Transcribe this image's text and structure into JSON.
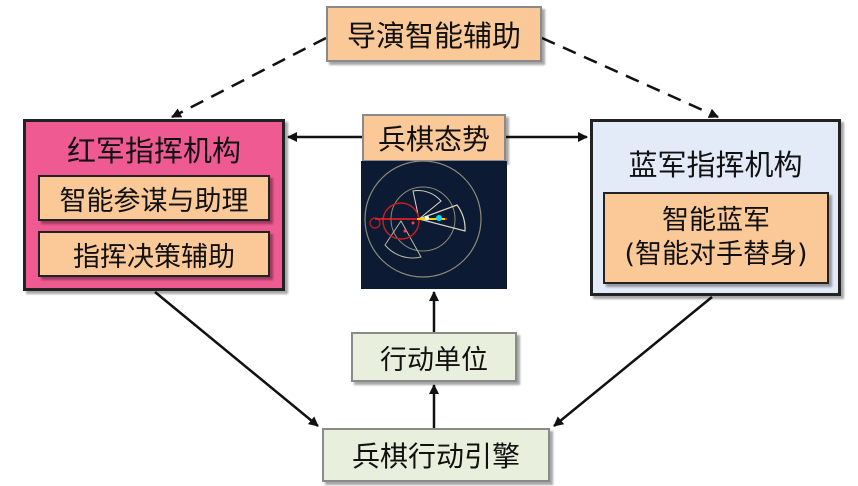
{
  "top_box": {
    "label": "导演智能辅助"
  },
  "red_panel": {
    "title": "红军指挥机构",
    "items": [
      "智能参谋与助理",
      "指挥决策辅助"
    ]
  },
  "blue_panel": {
    "title": "蓝军指挥机构",
    "sub_line1": "智能蓝军",
    "sub_line2": "(智能对手替身)"
  },
  "center": {
    "label": "兵棋态势"
  },
  "unit_box": {
    "label": "行动单位"
  },
  "engine_box": {
    "label": "兵棋行动引擎"
  },
  "colors": {
    "red_panel": "#ef5a92",
    "blue_panel": "#e3ebf8",
    "orange_box": "#fbc997",
    "green_box": "#e8efdc",
    "radar_bg": "#0a1428"
  }
}
